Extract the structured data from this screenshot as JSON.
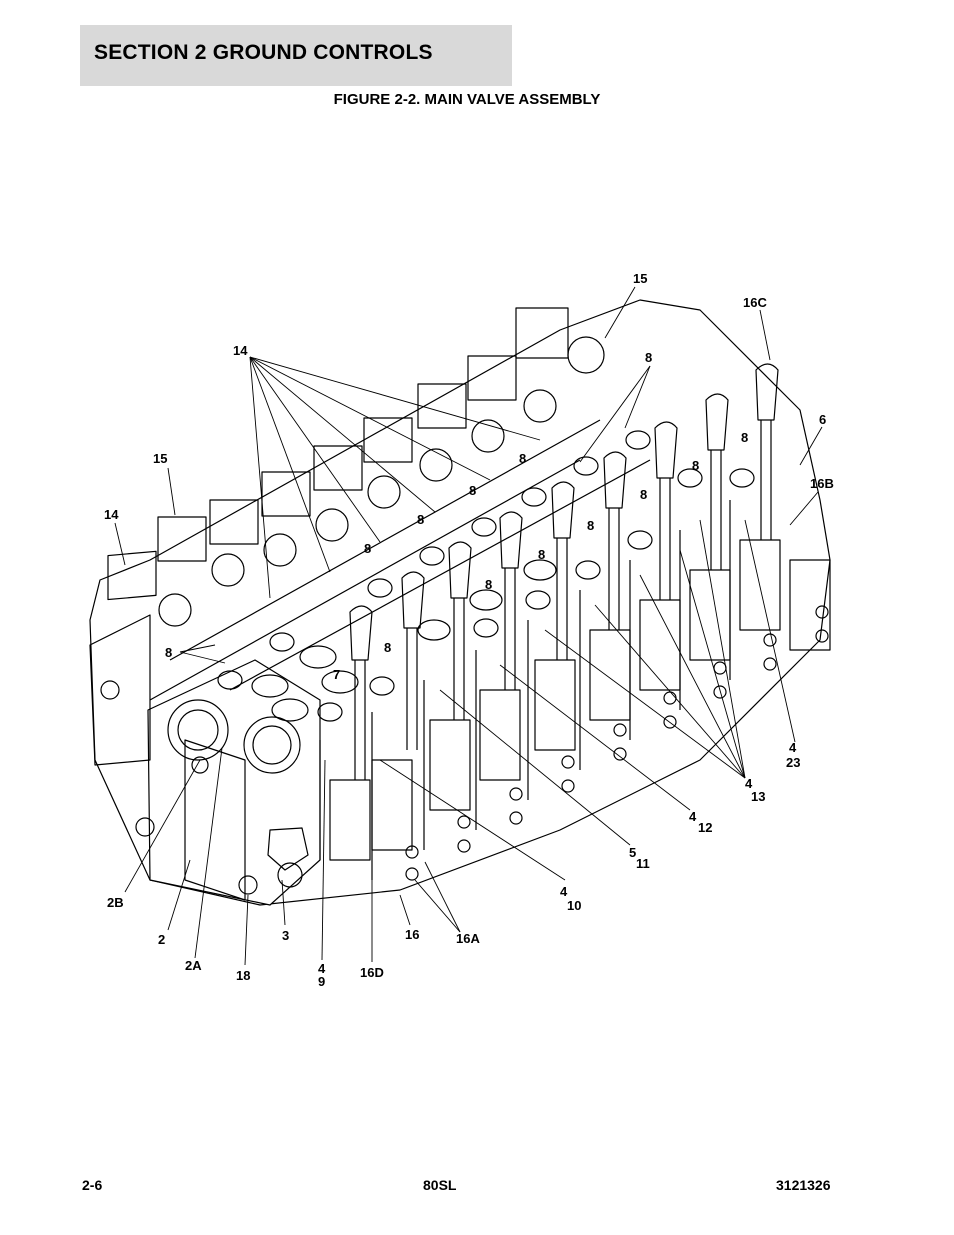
{
  "header": {
    "section_title": "SECTION 2   GROUND CONTROLS"
  },
  "figure": {
    "title": "FIGURE 2-2. MAIN VALVE ASSEMBLY",
    "callouts": {
      "c15_top": "15",
      "c16c": "16C",
      "c14_top": "14",
      "c8_a": "8",
      "c6": "6",
      "c8_b": "8",
      "c8_c": "8",
      "c16b": "16B",
      "c15_left": "15",
      "c8_d": "8",
      "c8_e": "8",
      "c14_left": "14",
      "c8_f": "8",
      "c8_g": "8",
      "c8_h": "8",
      "c8_i": "8",
      "c8_j": "8",
      "c8_left": "8",
      "c8_k": "8",
      "c7": "7",
      "c4_23": "4",
      "c23": "23",
      "c4_13": "4",
      "c13": "13",
      "c4_12": "4",
      "c12": "12",
      "c5": "5",
      "c11": "11",
      "c4_10": "4",
      "c10": "10",
      "c2b": "2B",
      "c2": "2",
      "c3": "3",
      "c16": "16",
      "c16a": "16A",
      "c2a": "2A",
      "c18": "18",
      "c4_9": "4",
      "c9": "9",
      "c16d": "16D"
    }
  },
  "footer": {
    "page_number": "2-6",
    "model": "80SL",
    "doc_number": "3121326"
  }
}
